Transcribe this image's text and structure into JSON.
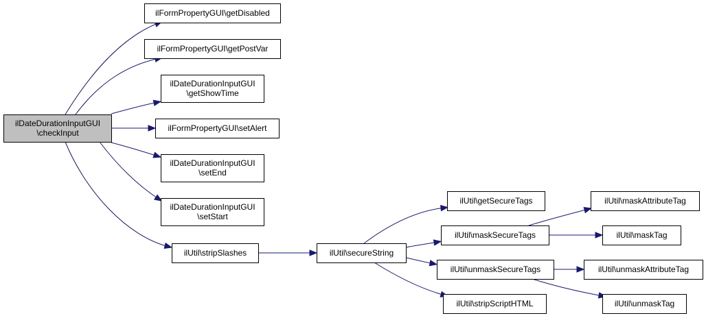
{
  "diagram": {
    "type": "call-graph",
    "nodes": [
      {
        "id": "checkInput",
        "lines": [
          "ilDateDurationInputGUI",
          "\\checkInput"
        ],
        "focus": true
      },
      {
        "id": "getDisabled",
        "lines": [
          "ilFormPropertyGUI\\getDisabled"
        ]
      },
      {
        "id": "getPostVar",
        "lines": [
          "ilFormPropertyGUI\\getPostVar"
        ]
      },
      {
        "id": "getShowTime",
        "lines": [
          "ilDateDurationInputGUI",
          "\\getShowTime"
        ]
      },
      {
        "id": "setAlert",
        "lines": [
          "ilFormPropertyGUI\\setAlert"
        ]
      },
      {
        "id": "setEnd",
        "lines": [
          "ilDateDurationInputGUI",
          "\\setEnd"
        ]
      },
      {
        "id": "setStart",
        "lines": [
          "ilDateDurationInputGUI",
          "\\setStart"
        ]
      },
      {
        "id": "stripSlashes",
        "lines": [
          "ilUtil\\stripSlashes"
        ]
      },
      {
        "id": "secureString",
        "lines": [
          "ilUtil\\secureString"
        ]
      },
      {
        "id": "getSecureTags",
        "lines": [
          "ilUtil\\getSecureTags"
        ]
      },
      {
        "id": "maskSecureTags",
        "lines": [
          "ilUtil\\maskSecureTags"
        ]
      },
      {
        "id": "unmaskSecureTags",
        "lines": [
          "ilUtil\\unmaskSecureTags"
        ]
      },
      {
        "id": "stripScriptHTML",
        "lines": [
          "ilUtil\\stripScriptHTML"
        ]
      },
      {
        "id": "maskAttributeTag",
        "lines": [
          "ilUtil\\maskAttributeTag"
        ]
      },
      {
        "id": "maskTag",
        "lines": [
          "ilUtil\\maskTag"
        ]
      },
      {
        "id": "unmaskAttributeTag",
        "lines": [
          "ilUtil\\unmaskAttributeTag"
        ]
      },
      {
        "id": "unmaskTag",
        "lines": [
          "ilUtil\\unmaskTag"
        ]
      }
    ],
    "edges": [
      {
        "from": "checkInput",
        "to": "getDisabled"
      },
      {
        "from": "checkInput",
        "to": "getPostVar"
      },
      {
        "from": "checkInput",
        "to": "getShowTime"
      },
      {
        "from": "checkInput",
        "to": "setAlert"
      },
      {
        "from": "checkInput",
        "to": "setEnd"
      },
      {
        "from": "checkInput",
        "to": "setStart"
      },
      {
        "from": "checkInput",
        "to": "stripSlashes"
      },
      {
        "from": "stripSlashes",
        "to": "secureString"
      },
      {
        "from": "secureString",
        "to": "getSecureTags"
      },
      {
        "from": "secureString",
        "to": "maskSecureTags"
      },
      {
        "from": "secureString",
        "to": "unmaskSecureTags"
      },
      {
        "from": "secureString",
        "to": "stripScriptHTML"
      },
      {
        "from": "maskSecureTags",
        "to": "maskAttributeTag"
      },
      {
        "from": "maskSecureTags",
        "to": "maskTag"
      },
      {
        "from": "unmaskSecureTags",
        "to": "unmaskAttributeTag"
      },
      {
        "from": "unmaskSecureTags",
        "to": "unmaskTag"
      }
    ],
    "colors": {
      "edge": "#191970",
      "node_border": "#000000",
      "node_fill": "#ffffff",
      "focus_fill": "#bfbfbf"
    }
  }
}
